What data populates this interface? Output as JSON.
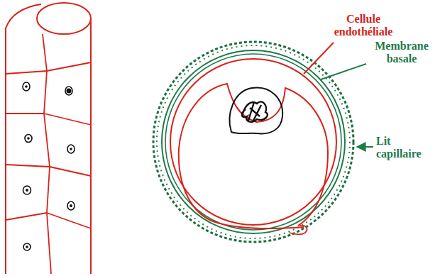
{
  "diagram": {
    "labels": [
      "Cellule endothéliale",
      "Membrane basale",
      "Lit capillaire"
    ]
  }
}
